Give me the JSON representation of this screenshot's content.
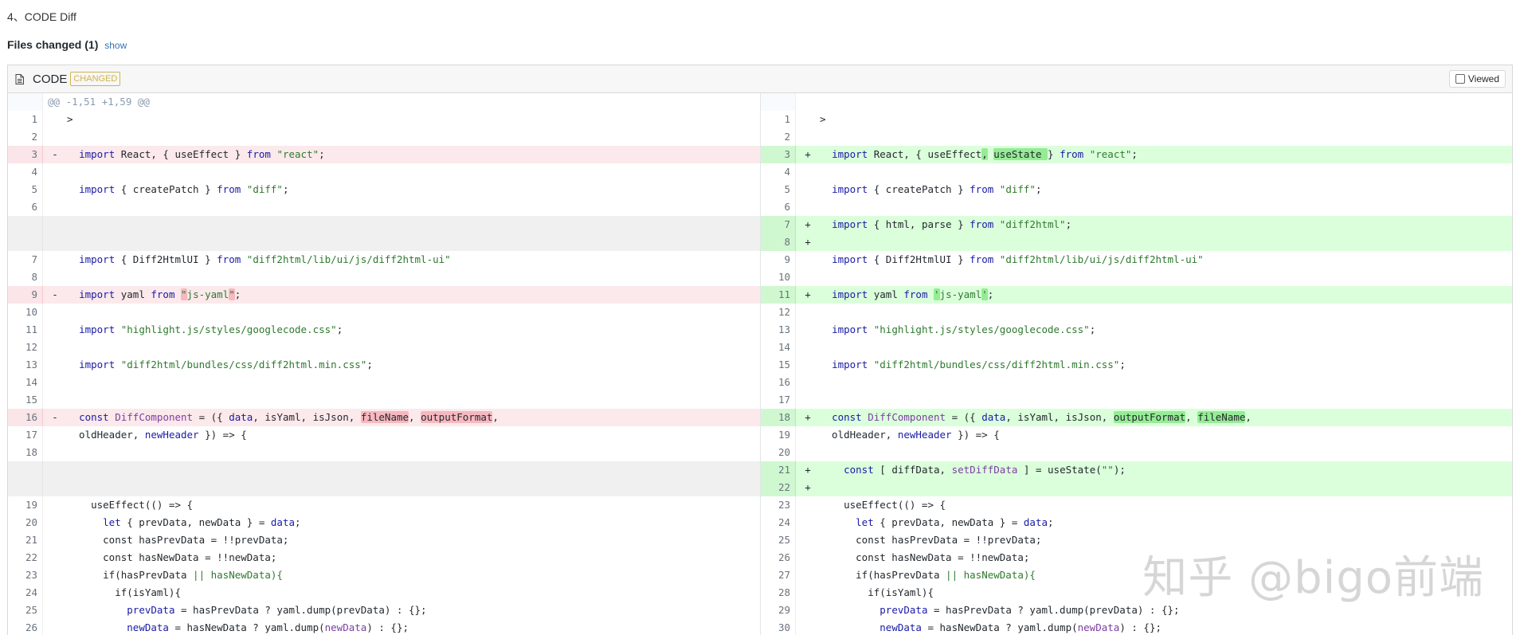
{
  "page": {
    "section_title": "4、CODE Diff",
    "files_changed_label": "Files changed (1)",
    "show_link": "show",
    "watermark": "知乎 @bigo前端"
  },
  "file": {
    "icon": "file-icon",
    "name": "CODE",
    "status_tag": "CHANGED",
    "viewed_label": "Viewed",
    "viewed_checked": false
  },
  "colors": {
    "deleted_row": "#fbe9eb",
    "inserted_row": "#dbffdb",
    "empty_row": "#f0f0f0",
    "tag_color": "#d0b44c"
  },
  "diff": {
    "left": [
      {
        "ln": "",
        "pm": "",
        "type": "hunk",
        "segs": [
          {
            "t": "@@ -1,51 +1,59 @@"
          }
        ]
      },
      {
        "ln": "1",
        "pm": "",
        "type": "ctx",
        "segs": [
          {
            "t": ">"
          }
        ]
      },
      {
        "ln": "2",
        "pm": "",
        "type": "ctx",
        "segs": []
      },
      {
        "ln": "3",
        "pm": "-",
        "type": "del",
        "segs": [
          {
            "t": "  "
          },
          {
            "t": "import",
            "c": "kw"
          },
          {
            "t": " React, { useEffect } "
          },
          {
            "t": "from",
            "c": "kw"
          },
          {
            "t": " "
          },
          {
            "t": "\"react\"",
            "c": "str"
          },
          {
            "t": ";"
          }
        ]
      },
      {
        "ln": "4",
        "pm": "",
        "type": "ctx",
        "segs": []
      },
      {
        "ln": "5",
        "pm": "",
        "type": "ctx",
        "segs": [
          {
            "t": "  "
          },
          {
            "t": "import",
            "c": "kw"
          },
          {
            "t": " { createPatch } "
          },
          {
            "t": "from",
            "c": "kw"
          },
          {
            "t": " "
          },
          {
            "t": "\"diff\"",
            "c": "str"
          },
          {
            "t": ";"
          }
        ]
      },
      {
        "ln": "6",
        "pm": "",
        "type": "ctx",
        "segs": []
      },
      {
        "ln": "",
        "pm": "",
        "type": "empty",
        "segs": []
      },
      {
        "ln": "",
        "pm": "",
        "type": "empty",
        "segs": []
      },
      {
        "ln": "7",
        "pm": "",
        "type": "ctx",
        "segs": [
          {
            "t": "  "
          },
          {
            "t": "import",
            "c": "kw"
          },
          {
            "t": " { Diff2HtmlUI } "
          },
          {
            "t": "from",
            "c": "kw"
          },
          {
            "t": " "
          },
          {
            "t": "\"diff2html/lib/ui/js/diff2html-ui\"",
            "c": "str"
          }
        ]
      },
      {
        "ln": "8",
        "pm": "",
        "type": "ctx",
        "segs": []
      },
      {
        "ln": "9",
        "pm": "-",
        "type": "del",
        "segs": [
          {
            "t": "  "
          },
          {
            "t": "import",
            "c": "kw"
          },
          {
            "t": " yaml "
          },
          {
            "t": "from",
            "c": "kw"
          },
          {
            "t": " "
          },
          {
            "t": "\"",
            "c": "str hl"
          },
          {
            "t": "js-yaml",
            "c": "str"
          },
          {
            "t": "\"",
            "c": "str hl"
          },
          {
            "t": ";"
          }
        ]
      },
      {
        "ln": "10",
        "pm": "",
        "type": "ctx",
        "segs": []
      },
      {
        "ln": "11",
        "pm": "",
        "type": "ctx",
        "segs": [
          {
            "t": "  "
          },
          {
            "t": "import",
            "c": "kw"
          },
          {
            "t": " "
          },
          {
            "t": "\"highlight.js/styles/googlecode.css\"",
            "c": "str"
          },
          {
            "t": ";"
          }
        ]
      },
      {
        "ln": "12",
        "pm": "",
        "type": "ctx",
        "segs": []
      },
      {
        "ln": "13",
        "pm": "",
        "type": "ctx",
        "segs": [
          {
            "t": "  "
          },
          {
            "t": "import",
            "c": "kw"
          },
          {
            "t": " "
          },
          {
            "t": "\"diff2html/bundles/css/diff2html.min.css\"",
            "c": "str"
          },
          {
            "t": ";"
          }
        ]
      },
      {
        "ln": "14",
        "pm": "",
        "type": "ctx",
        "segs": []
      },
      {
        "ln": "15",
        "pm": "",
        "type": "ctx",
        "segs": []
      },
      {
        "ln": "16",
        "pm": "-",
        "type": "del",
        "segs": [
          {
            "t": "  "
          },
          {
            "t": "const",
            "c": "kw"
          },
          {
            "t": " "
          },
          {
            "t": "DiffComponent",
            "c": "fn"
          },
          {
            "t": " = ({ "
          },
          {
            "t": "data",
            "c": "kw"
          },
          {
            "t": ", isYaml, isJson, "
          },
          {
            "t": "fileName",
            "c": "hl"
          },
          {
            "t": ", "
          },
          {
            "t": "outputFormat",
            "c": "hl"
          },
          {
            "t": ","
          }
        ]
      },
      {
        "ln": "17",
        "pm": "",
        "type": "ctx",
        "segs": [
          {
            "t": "  oldHeader, "
          },
          {
            "t": "newHeader",
            "c": "kw"
          },
          {
            "t": " }) => {"
          }
        ]
      },
      {
        "ln": "18",
        "pm": "",
        "type": "ctx",
        "segs": []
      },
      {
        "ln": "",
        "pm": "",
        "type": "empty",
        "segs": []
      },
      {
        "ln": "",
        "pm": "",
        "type": "empty",
        "segs": []
      },
      {
        "ln": "19",
        "pm": "",
        "type": "ctx",
        "segs": [
          {
            "t": "    useEffect(() => {"
          }
        ]
      },
      {
        "ln": "20",
        "pm": "",
        "type": "ctx",
        "segs": [
          {
            "t": "      "
          },
          {
            "t": "let",
            "c": "kw"
          },
          {
            "t": " { prevData, newData } = "
          },
          {
            "t": "data",
            "c": "kw"
          },
          {
            "t": ";"
          }
        ]
      },
      {
        "ln": "21",
        "pm": "",
        "type": "ctx",
        "segs": [
          {
            "t": "      const hasPrevData = !!prevData;"
          }
        ]
      },
      {
        "ln": "22",
        "pm": "",
        "type": "ctx",
        "segs": [
          {
            "t": "      const hasNewData = !!newData;"
          }
        ]
      },
      {
        "ln": "23",
        "pm": "",
        "type": "ctx",
        "segs": [
          {
            "t": "      if(hasPrevData "
          },
          {
            "t": "|| hasNewData){",
            "c": "str"
          }
        ]
      },
      {
        "ln": "24",
        "pm": "",
        "type": "ctx",
        "segs": [
          {
            "t": "        if(isYaml){"
          }
        ]
      },
      {
        "ln": "25",
        "pm": "",
        "type": "ctx",
        "segs": [
          {
            "t": "          "
          },
          {
            "t": "prevData",
            "c": "kw"
          },
          {
            "t": " = hasPrevData ? yaml.dump(prevData) : {};"
          }
        ]
      },
      {
        "ln": "26",
        "pm": "",
        "type": "ctx",
        "segs": [
          {
            "t": "          "
          },
          {
            "t": "newData",
            "c": "kw"
          },
          {
            "t": " = hasNewData ? yaml.dump("
          },
          {
            "t": "newData",
            "c": "fn"
          },
          {
            "t": ") : {};"
          }
        ]
      }
    ],
    "right": [
      {
        "ln": "",
        "pm": "",
        "type": "hunk",
        "segs": []
      },
      {
        "ln": "1",
        "pm": "",
        "type": "ctx",
        "segs": [
          {
            "t": ">"
          }
        ]
      },
      {
        "ln": "2",
        "pm": "",
        "type": "ctx",
        "segs": []
      },
      {
        "ln": "3",
        "pm": "+",
        "type": "ins",
        "segs": [
          {
            "t": "  "
          },
          {
            "t": "import",
            "c": "kw"
          },
          {
            "t": " React, { useEffect"
          },
          {
            "t": ",",
            "c": "hl"
          },
          {
            "t": " "
          },
          {
            "t": "useState ",
            "c": "hl"
          },
          {
            "t": "} "
          },
          {
            "t": "from",
            "c": "kw"
          },
          {
            "t": " "
          },
          {
            "t": "\"react\"",
            "c": "str"
          },
          {
            "t": ";"
          }
        ]
      },
      {
        "ln": "4",
        "pm": "",
        "type": "ctx",
        "segs": []
      },
      {
        "ln": "5",
        "pm": "",
        "type": "ctx",
        "segs": [
          {
            "t": "  "
          },
          {
            "t": "import",
            "c": "kw"
          },
          {
            "t": " { createPatch } "
          },
          {
            "t": "from",
            "c": "kw"
          },
          {
            "t": " "
          },
          {
            "t": "\"diff\"",
            "c": "str"
          },
          {
            "t": ";"
          }
        ]
      },
      {
        "ln": "6",
        "pm": "",
        "type": "ctx",
        "segs": []
      },
      {
        "ln": "7",
        "pm": "+",
        "type": "ins",
        "segs": [
          {
            "t": "  "
          },
          {
            "t": "import",
            "c": "kw"
          },
          {
            "t": " { html, parse } "
          },
          {
            "t": "from",
            "c": "kw"
          },
          {
            "t": " "
          },
          {
            "t": "\"diff2html\"",
            "c": "str"
          },
          {
            "t": ";"
          }
        ]
      },
      {
        "ln": "8",
        "pm": "+",
        "type": "ins",
        "segs": []
      },
      {
        "ln": "9",
        "pm": "",
        "type": "ctx",
        "segs": [
          {
            "t": "  "
          },
          {
            "t": "import",
            "c": "kw"
          },
          {
            "t": " { Diff2HtmlUI } "
          },
          {
            "t": "from",
            "c": "kw"
          },
          {
            "t": " "
          },
          {
            "t": "\"diff2html/lib/ui/js/diff2html-ui\"",
            "c": "str"
          }
        ]
      },
      {
        "ln": "10",
        "pm": "",
        "type": "ctx",
        "segs": []
      },
      {
        "ln": "11",
        "pm": "+",
        "type": "ins",
        "segs": [
          {
            "t": "  "
          },
          {
            "t": "import",
            "c": "kw"
          },
          {
            "t": " yaml "
          },
          {
            "t": "from",
            "c": "kw"
          },
          {
            "t": " "
          },
          {
            "t": "'",
            "c": "str hl"
          },
          {
            "t": "js-yaml",
            "c": "str"
          },
          {
            "t": "'",
            "c": "str hl"
          },
          {
            "t": ";"
          }
        ]
      },
      {
        "ln": "12",
        "pm": "",
        "type": "ctx",
        "segs": []
      },
      {
        "ln": "13",
        "pm": "",
        "type": "ctx",
        "segs": [
          {
            "t": "  "
          },
          {
            "t": "import",
            "c": "kw"
          },
          {
            "t": " "
          },
          {
            "t": "\"highlight.js/styles/googlecode.css\"",
            "c": "str"
          },
          {
            "t": ";"
          }
        ]
      },
      {
        "ln": "14",
        "pm": "",
        "type": "ctx",
        "segs": []
      },
      {
        "ln": "15",
        "pm": "",
        "type": "ctx",
        "segs": [
          {
            "t": "  "
          },
          {
            "t": "import",
            "c": "kw"
          },
          {
            "t": " "
          },
          {
            "t": "\"diff2html/bundles/css/diff2html.min.css\"",
            "c": "str"
          },
          {
            "t": ";"
          }
        ]
      },
      {
        "ln": "16",
        "pm": "",
        "type": "ctx",
        "segs": []
      },
      {
        "ln": "17",
        "pm": "",
        "type": "ctx",
        "segs": []
      },
      {
        "ln": "18",
        "pm": "+",
        "type": "ins",
        "segs": [
          {
            "t": "  "
          },
          {
            "t": "const",
            "c": "kw"
          },
          {
            "t": " "
          },
          {
            "t": "DiffComponent",
            "c": "fn"
          },
          {
            "t": " = ({ "
          },
          {
            "t": "data",
            "c": "kw"
          },
          {
            "t": ", isYaml, isJson, "
          },
          {
            "t": "outputFormat",
            "c": "hl"
          },
          {
            "t": ", "
          },
          {
            "t": "fileName",
            "c": "hl"
          },
          {
            "t": ","
          }
        ]
      },
      {
        "ln": "19",
        "pm": "",
        "type": "ctx",
        "segs": [
          {
            "t": "  oldHeader, "
          },
          {
            "t": "newHeader",
            "c": "kw"
          },
          {
            "t": " }) => {"
          }
        ]
      },
      {
        "ln": "20",
        "pm": "",
        "type": "ctx",
        "segs": []
      },
      {
        "ln": "21",
        "pm": "+",
        "type": "ins",
        "segs": [
          {
            "t": "    "
          },
          {
            "t": "const",
            "c": "kw"
          },
          {
            "t": " [ diffData, "
          },
          {
            "t": "setDiffData",
            "c": "fn"
          },
          {
            "t": " ] = useState("
          },
          {
            "t": "\"\"",
            "c": "str"
          },
          {
            "t": ");"
          }
        ]
      },
      {
        "ln": "22",
        "pm": "+",
        "type": "ins",
        "segs": []
      },
      {
        "ln": "23",
        "pm": "",
        "type": "ctx",
        "segs": [
          {
            "t": "    useEffect(() => {"
          }
        ]
      },
      {
        "ln": "24",
        "pm": "",
        "type": "ctx",
        "segs": [
          {
            "t": "      "
          },
          {
            "t": "let",
            "c": "kw"
          },
          {
            "t": " { prevData, newData } = "
          },
          {
            "t": "data",
            "c": "kw"
          },
          {
            "t": ";"
          }
        ]
      },
      {
        "ln": "25",
        "pm": "",
        "type": "ctx",
        "segs": [
          {
            "t": "      const hasPrevData = !!prevData;"
          }
        ]
      },
      {
        "ln": "26",
        "pm": "",
        "type": "ctx",
        "segs": [
          {
            "t": "      const hasNewData = !!newData;"
          }
        ]
      },
      {
        "ln": "27",
        "pm": "",
        "type": "ctx",
        "segs": [
          {
            "t": "      if(hasPrevData "
          },
          {
            "t": "|| hasNewData){",
            "c": "str"
          }
        ]
      },
      {
        "ln": "28",
        "pm": "",
        "type": "ctx",
        "segs": [
          {
            "t": "        if(isYaml){"
          }
        ]
      },
      {
        "ln": "29",
        "pm": "",
        "type": "ctx",
        "segs": [
          {
            "t": "          "
          },
          {
            "t": "prevData",
            "c": "kw"
          },
          {
            "t": " = hasPrevData ? yaml.dump(prevData) : {};"
          }
        ]
      },
      {
        "ln": "30",
        "pm": "",
        "type": "ctx",
        "segs": [
          {
            "t": "          "
          },
          {
            "t": "newData",
            "c": "kw"
          },
          {
            "t": " = hasNewData ? yaml.dump("
          },
          {
            "t": "newData",
            "c": "fn"
          },
          {
            "t": ") : {};"
          }
        ]
      }
    ]
  }
}
